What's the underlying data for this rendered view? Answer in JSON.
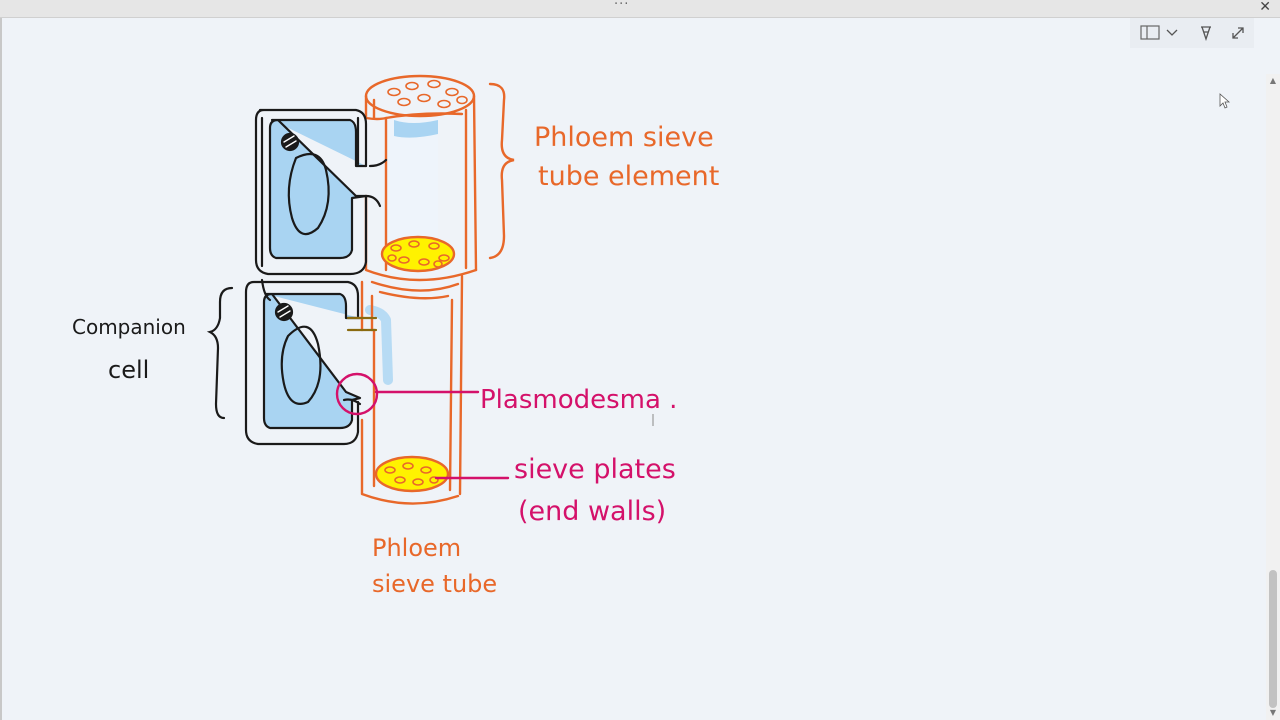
{
  "window": {
    "title_dots": "···",
    "close_glyph": "✕"
  },
  "toolbar": {
    "layout_icon": "page-layout-icon",
    "dropdown_icon": "chevron-down-icon",
    "pen_icon": "pen-icon",
    "expand_icon": "expand-icon"
  },
  "labels": {
    "sieve_tube_element_line1": "Phloem sieve",
    "sieve_tube_element_line2": "tube element",
    "companion_line1": "Companion",
    "companion_line2": "cell",
    "plasmodesma": "Plasmodesma .",
    "sieve_plates_line1": "sieve plates",
    "sieve_plates_line2": "(end walls)",
    "sieve_tube_line1": "Phloem",
    "sieve_tube_line2": "sieve tube"
  },
  "colors": {
    "background": "#eff3f8",
    "ink_black": "#1a1a1a",
    "ink_orange": "#e8682a",
    "ink_pink": "#d4116a",
    "fill_blue": "#a9d4f2",
    "fill_yellow": "#fff200"
  }
}
